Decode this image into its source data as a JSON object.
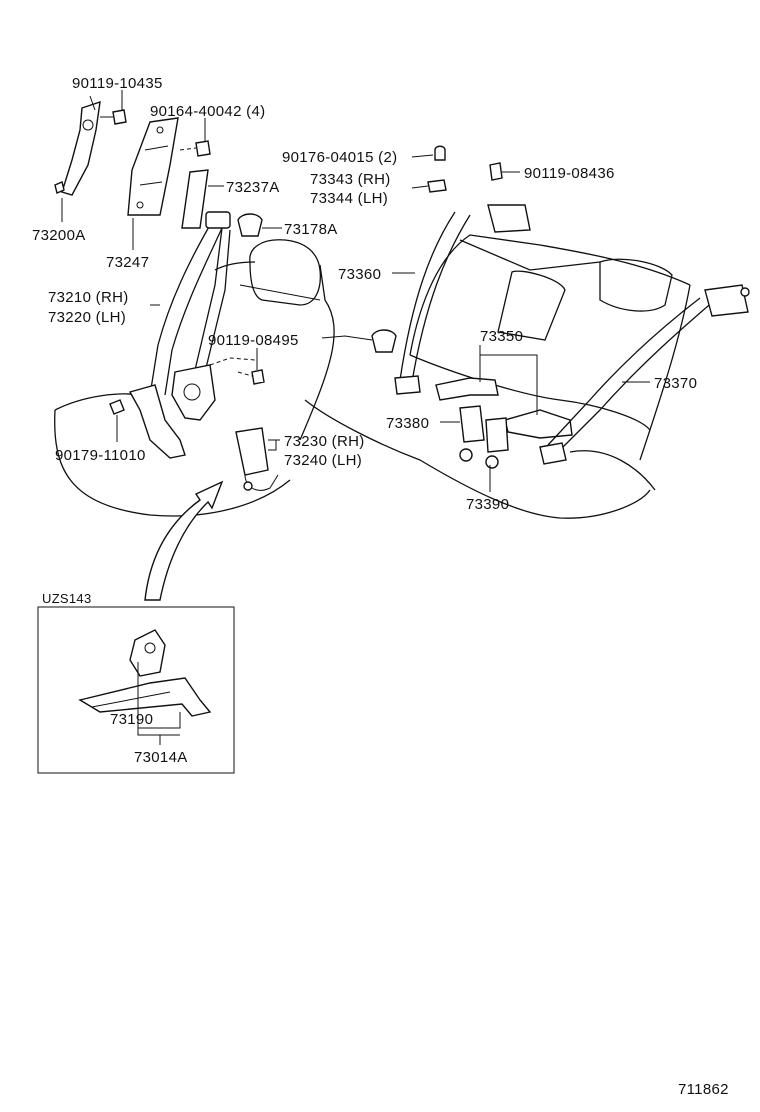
{
  "callouts": {
    "p_90119_10435": "90119-10435",
    "p_90164_40042": "90164-40042 (4)",
    "p_73237A": "73237A",
    "p_73200A": "73200A",
    "p_73247": "73247",
    "p_73178A": "73178A",
    "p_73210": "73210 (RH)",
    "p_73220": "73220 (LH)",
    "p_90119_08495": "90119-08495",
    "p_90179_11010": "90179-11010",
    "p_73230": "73230 (RH)",
    "p_73240": "73240 (LH)",
    "p_90176_04015": "90176-04015 (2)",
    "p_73343": "73343 (RH)",
    "p_73344": "73344 (LH)",
    "p_90119_08436": "90119-08436",
    "p_73360": "73360",
    "p_73350": "73350",
    "p_73370": "73370",
    "p_73380": "73380",
    "p_73390": "73390"
  },
  "inset": {
    "model_label": "UZS143",
    "p_73190": "73190",
    "p_73014A": "73014A"
  },
  "figure_number": "711862"
}
